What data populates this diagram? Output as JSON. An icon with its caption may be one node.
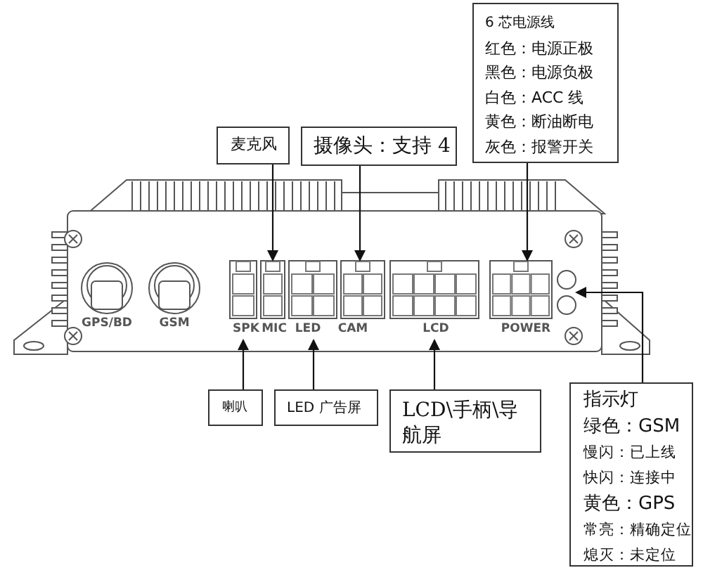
{
  "diagram": {
    "nodes": [
      {
        "text": [
          "6 芯电源线",
          "红色：电源正极",
          "黑色：电源负极",
          "白色：ACC 线",
          "黄色：断油断电",
          "灰色：报警开关"
        ]
      },
      {
        "text": [
          "麦克风"
        ]
      },
      {
        "text": [
          "摄像头：支持 4"
        ]
      },
      {
        "text": [
          "喇叭"
        ]
      },
      {
        "text": [
          "LED 广告屏"
        ]
      },
      {
        "text": [
          "LCD\\手柄\\导航屏"
        ]
      },
      {
        "text": [
          "指示灯",
          "绿色：GSM",
          "慢闪：已上线",
          "快闪：连接中",
          "黄色：GPS",
          "常亮：精确定位",
          "熄灭：未定位"
        ]
      },
      {
        "text": [],
        "shape": "box"
      },
      {
        "text": [],
        "shape": "box"
      },
      {
        "text": [],
        "shape": "box"
      },
      {
        "text": [],
        "shape": "box"
      },
      {
        "text": [],
        "shape": "box"
      },
      {
        "text": [],
        "shape": "box"
      },
      {
        "text": [],
        "shape": "circle"
      }
    ],
    "edges": [
      {
        "from": 1,
        "to": 8,
        "arrow": "to"
      },
      {
        "from": 2,
        "to": 10,
        "arrow": "to"
      },
      {
        "from": 0,
        "to": 12,
        "arrow": "to"
      },
      {
        "from": 3,
        "to": 7,
        "arrow": "to"
      },
      {
        "from": 4,
        "to": 9,
        "arrow": "to"
      },
      {
        "from": 5,
        "to": 11,
        "arrow": "to"
      },
      {
        "from": 6,
        "to": 13,
        "arrow": "to"
      }
    ],
    "labels": [
      "GPS/BD",
      "GSM",
      "SPK",
      "MIC",
      "LED",
      "CAM",
      "LCD",
      "POWER"
    ]
  }
}
